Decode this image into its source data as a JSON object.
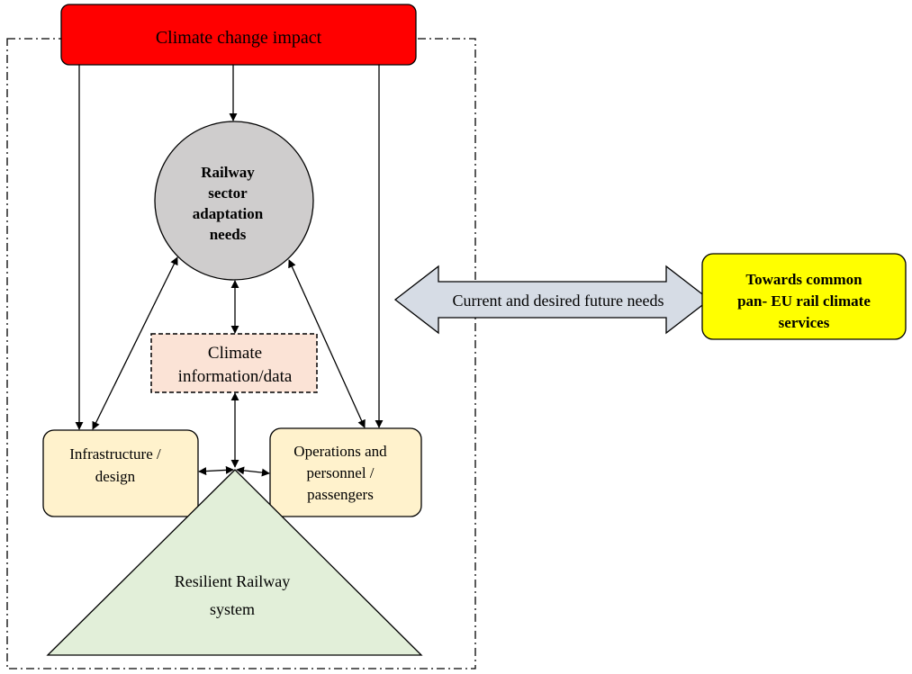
{
  "diagram": {
    "impact": {
      "label": "Climate change impact"
    },
    "needs": {
      "lines": [
        "Railway",
        "sector",
        "adaptation",
        "needs"
      ]
    },
    "climate_data": {
      "lines": [
        "Climate",
        "information/data"
      ]
    },
    "infrastructure": {
      "lines": [
        "Infrastructure /",
        "design"
      ]
    },
    "operations": {
      "lines": [
        "Operations and",
        "personnel /",
        "passengers"
      ]
    },
    "resilient": {
      "lines": [
        "Resilient Railway",
        "system"
      ]
    },
    "future_needs": {
      "label": "Current and desired future needs"
    },
    "eu_services": {
      "lines": [
        "Towards common",
        "pan- EU rail climate",
        "services"
      ]
    }
  },
  "colors": {
    "impact_fill": "#ff0000",
    "needs_fill": "#cfcdcd",
    "climate_data_fill": "#fbe3d6",
    "node_fill": "#fff2cc",
    "resilient_fill": "#e2efd9",
    "arrow_fill": "#d6dce5",
    "eu_fill": "#ffff00"
  }
}
